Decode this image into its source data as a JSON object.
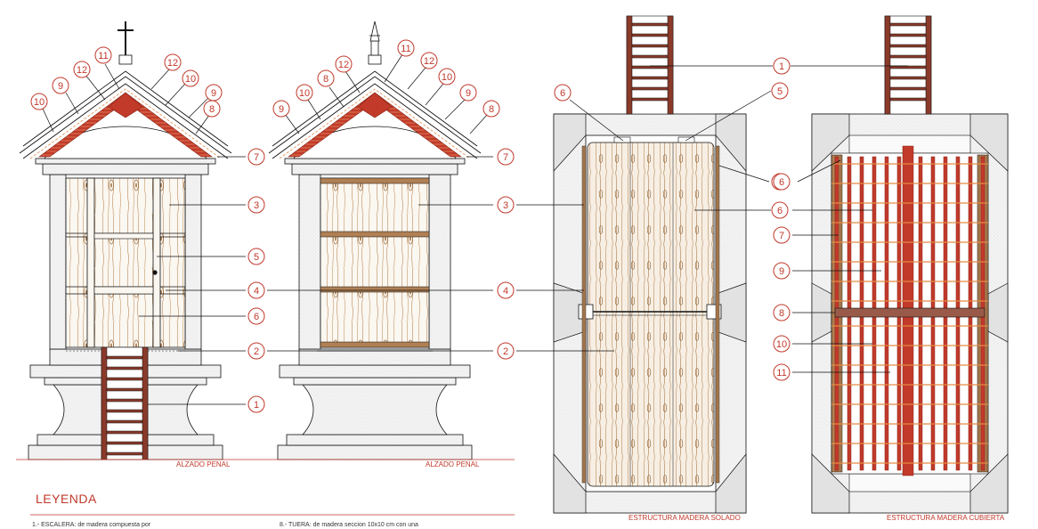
{
  "captions": {
    "elev1": "ALZADO PENAL",
    "elev2": "ALZADO PENAL",
    "floor": "ESTRUCTURA MADERA SOLADO",
    "roof": "ESTRUCTURA MADERA CUBIERTA"
  },
  "legend": {
    "title": "LEYENDA",
    "item1": "1.- ESCALERA: de madera compuesta por",
    "item8": "8.- TUERA: de madera seccion 10x10 cm con una"
  },
  "callouts": {
    "elev1": [
      "10",
      "9",
      "12",
      "11",
      "12",
      "10",
      "9",
      "8",
      "7",
      "3",
      "5",
      "4",
      "6",
      "2",
      "1"
    ],
    "elev2": [
      "9",
      "10",
      "8",
      "12",
      "11",
      "12",
      "10",
      "9",
      "8",
      "7",
      "3",
      "4",
      "2"
    ],
    "floor": [
      "1",
      "6",
      "5",
      "6",
      "6",
      "4",
      "2"
    ],
    "roof": [
      "6",
      "7",
      "9",
      "8",
      "10",
      "11"
    ]
  },
  "colors": {
    "line": "#111111",
    "red": "#b03022",
    "wood": "#c8a070",
    "stone": "#f1f1f1"
  }
}
